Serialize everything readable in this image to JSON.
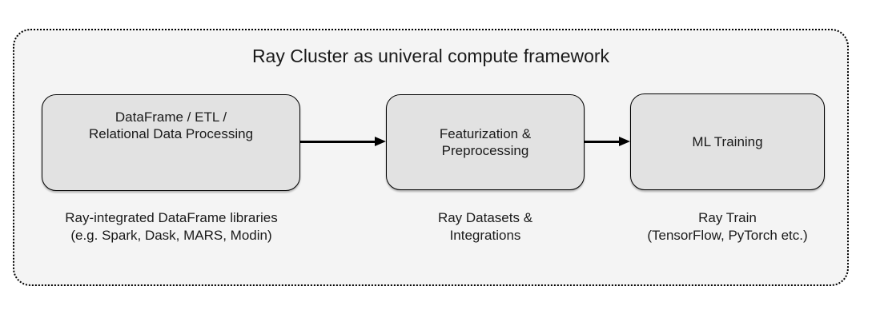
{
  "diagram": {
    "title": "Ray Cluster as univeral compute framework",
    "nodes": [
      {
        "id": "dataframe-etl",
        "label_lines": [
          "DataFrame / ETL /",
          "Relational Data Processing"
        ],
        "caption_lines": [
          "Ray-integrated DataFrame libraries",
          "(e.g. Spark, Dask, MARS, Modin)"
        ]
      },
      {
        "id": "featurization-preprocessing",
        "label_lines": [
          "Featurization &",
          "Preprocessing"
        ],
        "caption_lines": [
          "Ray Datasets &",
          "Integrations"
        ]
      },
      {
        "id": "ml-training",
        "label_lines": [
          "ML Training"
        ],
        "caption_lines": [
          "Ray Train",
          "(TensorFlow, PyTorch etc.)"
        ]
      }
    ],
    "edges": [
      {
        "from": "dataframe-etl",
        "to": "featurization-preprocessing"
      },
      {
        "from": "featurization-preprocessing",
        "to": "ml-training"
      }
    ],
    "colors": {
      "page_background": "#ffffff",
      "container_background": "#f4f4f4",
      "container_border": "#000000",
      "node_fill": "#e2e2e2",
      "node_border": "#000000",
      "arrow": "#000000",
      "text": "#1a1a1a"
    }
  }
}
